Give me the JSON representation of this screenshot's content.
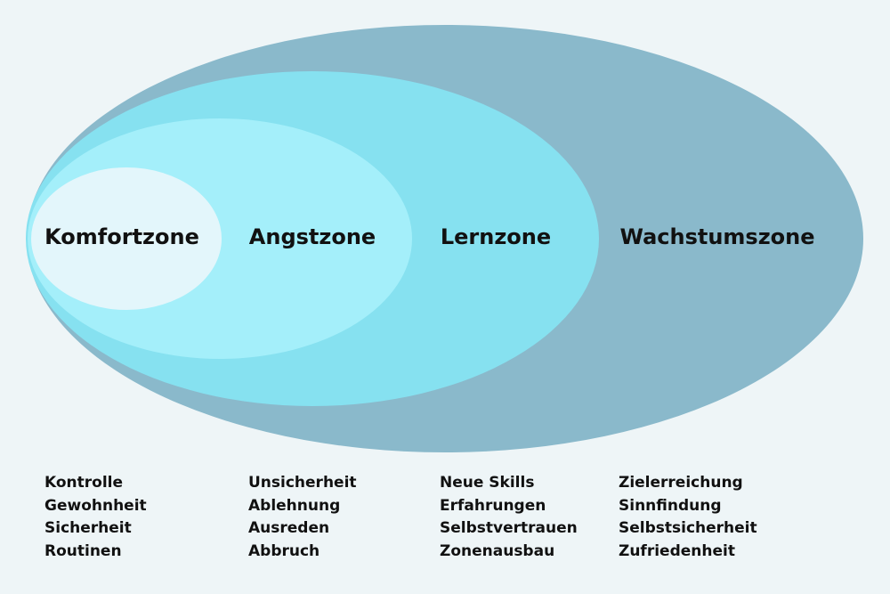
{
  "colors": {
    "background": "#eef5f7",
    "wachstum": "#8ab9cb",
    "lern": "#86e1f0",
    "angst": "#a4effa",
    "komfort": "#e3f6fb"
  },
  "zones": [
    {
      "name": "Komfortzone",
      "items": [
        "Kontrolle",
        "Gewohnheit",
        "Sicherheit",
        "Routinen"
      ]
    },
    {
      "name": "Angstzone",
      "items": [
        "Unsicherheit",
        "Ablehnung",
        "Ausreden",
        "Abbruch"
      ]
    },
    {
      "name": "Lernzone",
      "items": [
        "Neue Skills",
        "Erfahrungen",
        "Selbstvertrauen",
        "Zonenausbau"
      ]
    },
    {
      "name": "Wachstumszone",
      "items": [
        "Zielerreichung",
        "Sinnfindung",
        "Selbstsicherheit",
        "Zufriedenheit"
      ]
    }
  ]
}
